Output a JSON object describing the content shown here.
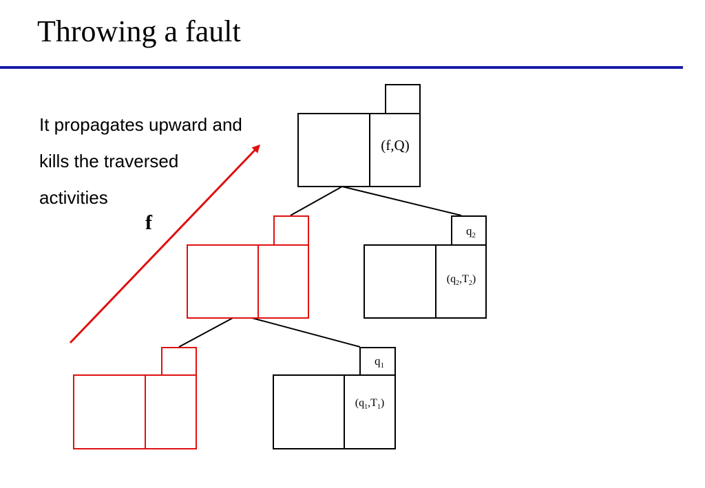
{
  "slide": {
    "title": "Throwing a fault",
    "description_lines": [
      "It propagates upward and",
      "kills the traversed",
      "activities"
    ],
    "accent_color": "#1a1aa8"
  },
  "diagram": {
    "arrow_label": "f",
    "arrow_color": "#e01010",
    "killed_color": "#e01010",
    "active_color": "#000000",
    "nodes": {
      "root": {
        "state": "(f,Q)",
        "status": "active"
      },
      "mid_left": {
        "status": "killed"
      },
      "mid_right": {
        "queue": "q",
        "queue_sub": "2",
        "state_a": "q",
        "state_a_sub": "2",
        "state_b": "T",
        "state_b_sub": "2",
        "status": "active"
      },
      "bottom_left": {
        "status": "killed"
      },
      "bottom_right": {
        "queue": "q",
        "queue_sub": "1",
        "state_a": "q",
        "state_a_sub": "1",
        "state_b": "T",
        "state_b_sub": "1",
        "status": "active"
      }
    }
  }
}
